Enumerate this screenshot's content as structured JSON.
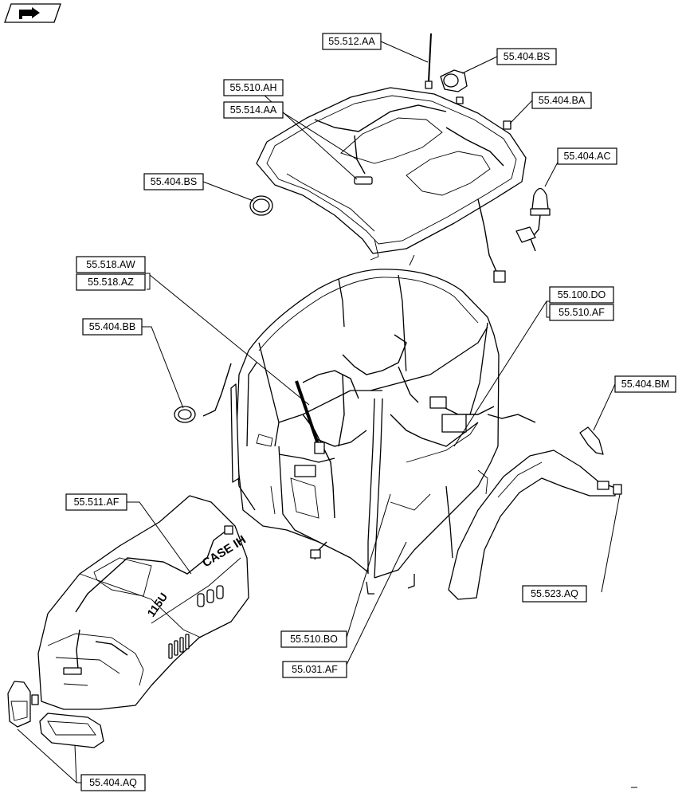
{
  "icon": "flip-arrow-icon",
  "brand_text": "CASE IH",
  "model_text": "115U",
  "labels": {
    "a55_512_AA": "55.512.AA",
    "a55_404_BS_top": "55.404.BS",
    "a55_510_AH": "55.510.AH",
    "a55_514_AA": "55.514.AA",
    "a55_404_BA": "55.404.BA",
    "a55_404_AC": "55.404.AC",
    "a55_404_BS_left": "55.404.BS",
    "a55_518_AW": "55.518.AW",
    "a55_518_AZ": "55.518.AZ",
    "a55_100_DO": "55.100.DO",
    "a55_510_AF": "55.510.AF",
    "a55_404_BB": "55.404.BB",
    "a55_404_BM": "55.404.BM",
    "a55_511_AF": "55.511.AF",
    "a55_523_AQ": "55.523.AQ",
    "a55_510_BO": "55.510.BO",
    "a55_031_AF": "55.031.AF",
    "a55_404_AQ": "55.404.AQ"
  }
}
